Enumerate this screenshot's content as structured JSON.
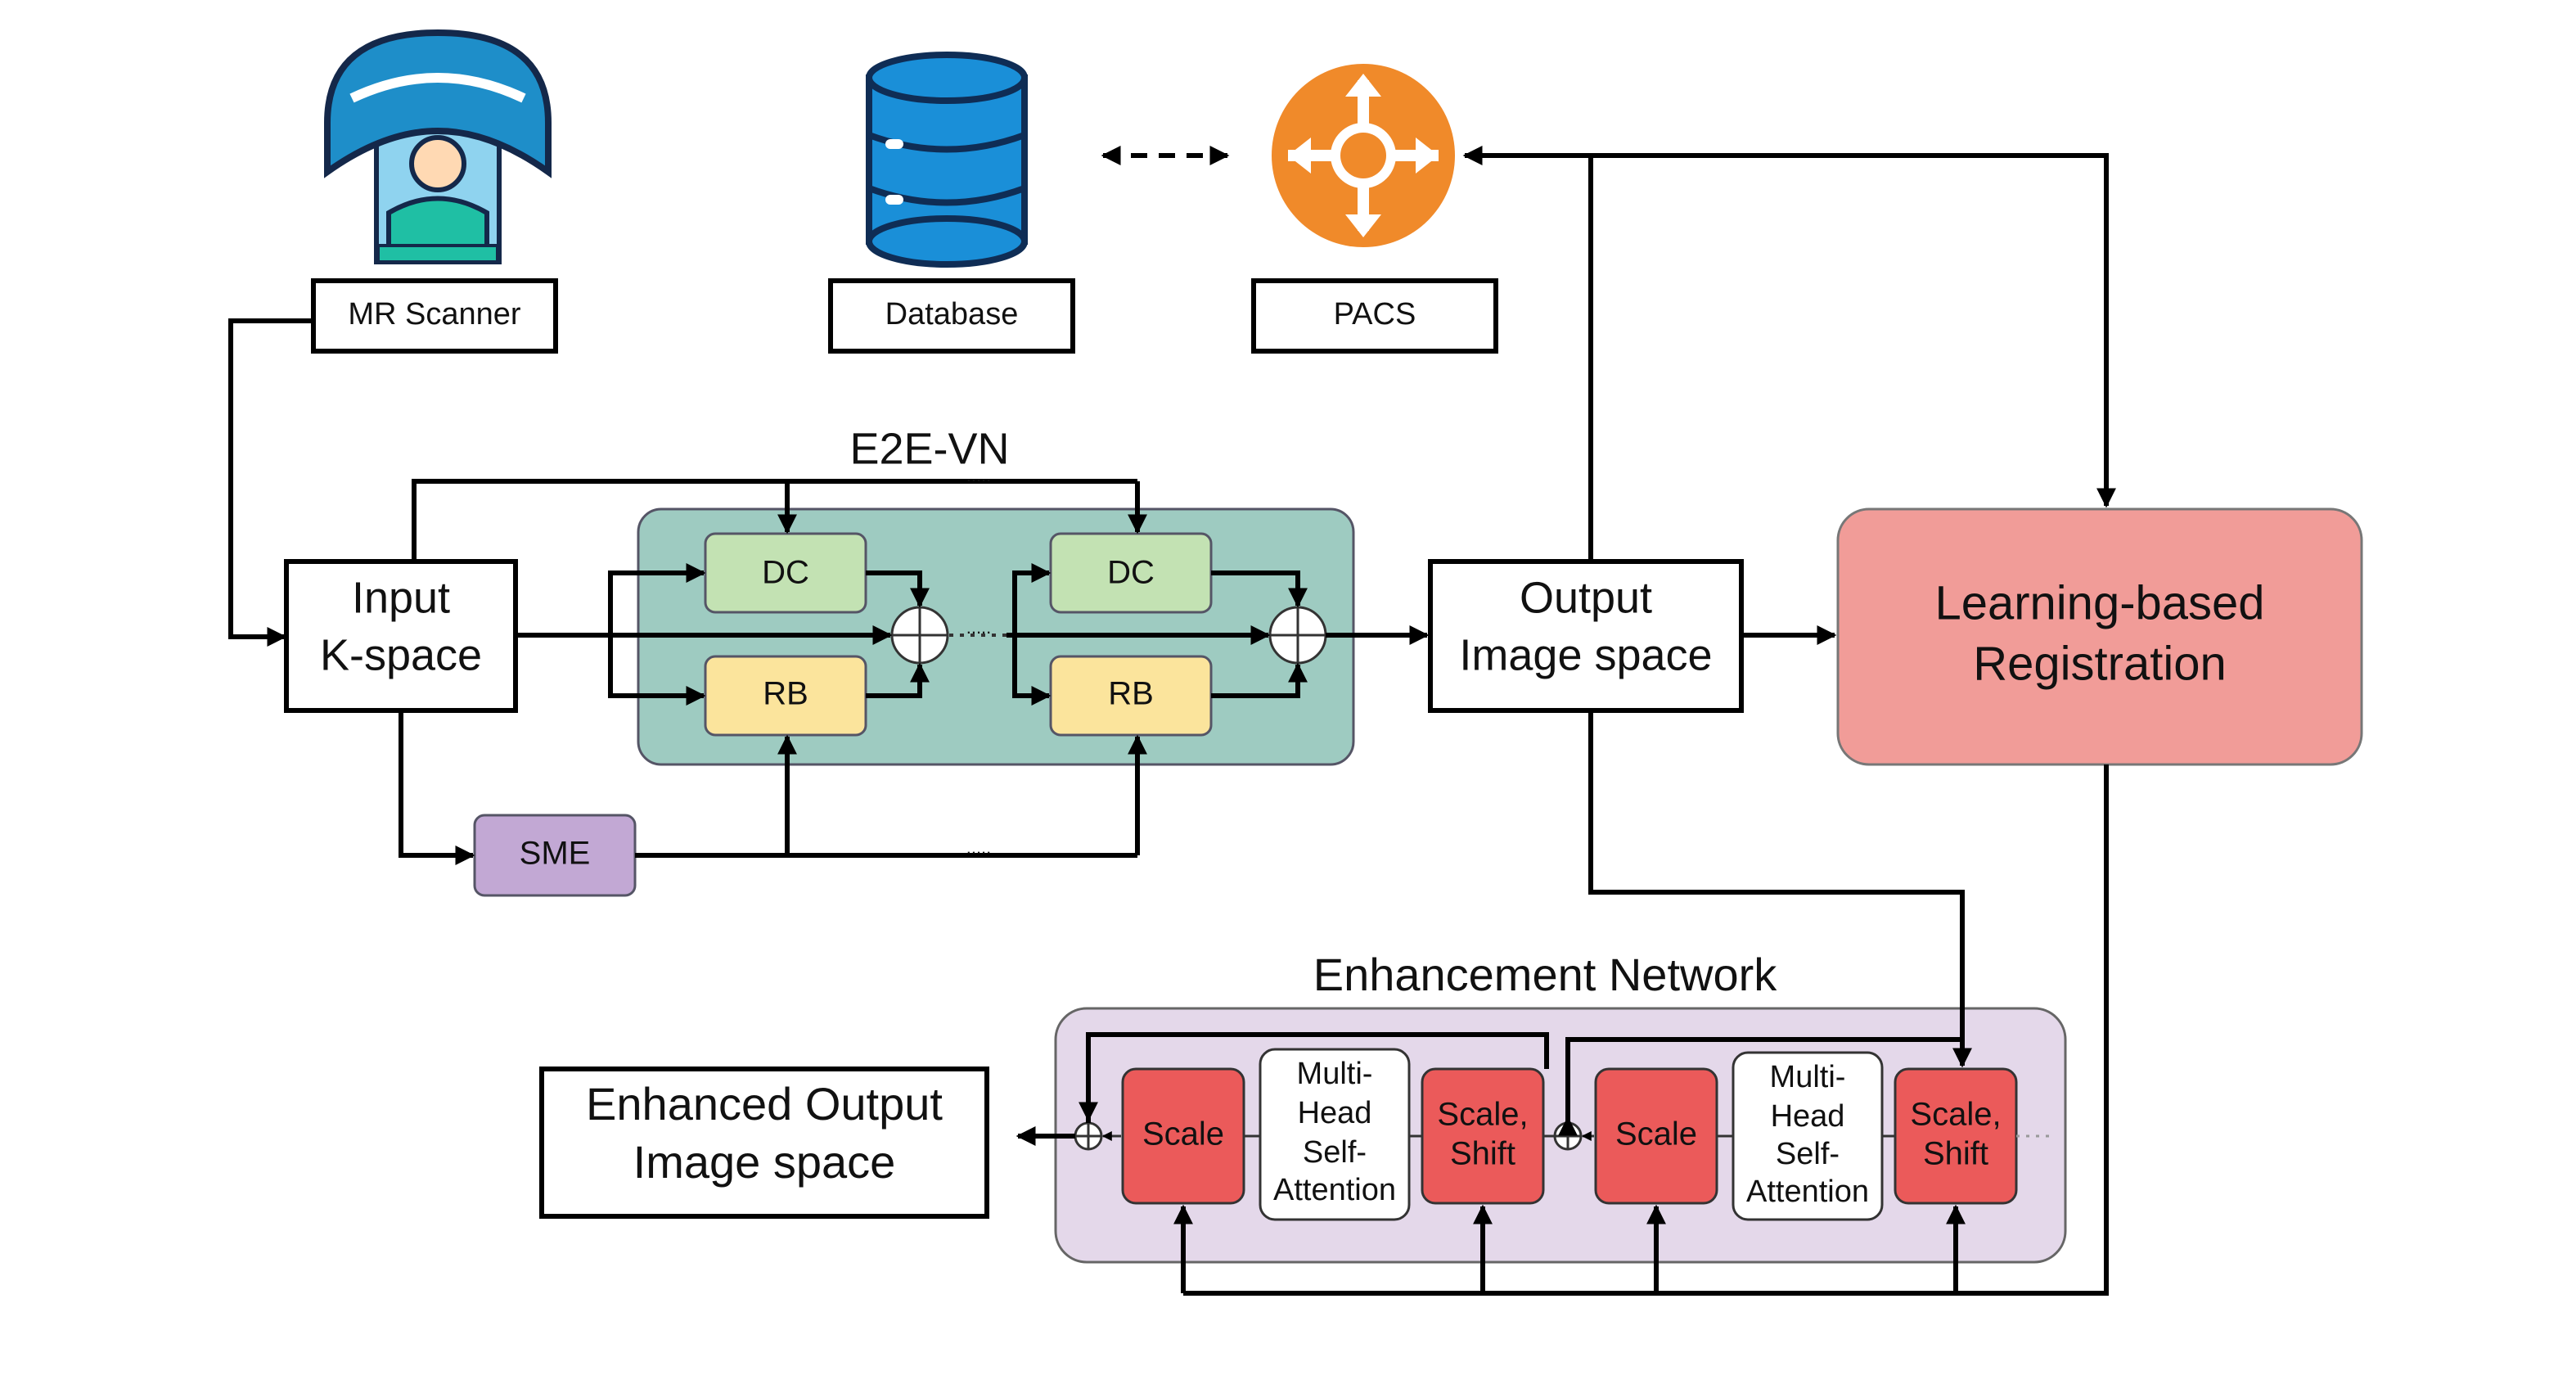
{
  "icons": {
    "mr_scanner": "mri-scanner-icon",
    "database": "database-icon",
    "pacs": "pacs-cloud-icon"
  },
  "labels": {
    "mr_scanner": "MR Scanner",
    "database": "Database",
    "pacs": "PACS",
    "e2e_vn": "E2E-VN",
    "input_line1": "Input",
    "input_line2": "K-space",
    "output_line1": "Output",
    "output_line2": "Image space",
    "dc": "DC",
    "rb": "RB",
    "sme": "SME",
    "registration_line1": "Learning-based",
    "registration_line2": "Registration",
    "enhancement_network": "Enhancement Network",
    "enhanced_line1": "Enhanced Output",
    "enhanced_line2": "Image space",
    "scale": "Scale",
    "scale_shift_line1": "Scale,",
    "scale_shift_line2": "Shift",
    "mhsa_line1": "Multi-",
    "mhsa_line2": "Head",
    "mhsa_line3": "Self-",
    "mhsa_line4": "Attention",
    "ellipsis": "....."
  },
  "colors": {
    "e2e_panel": "#9ecbc1",
    "dc_block": "#c3e2b3",
    "rb_block": "#fbe49c",
    "sme_block": "#c2a8d4",
    "registration_block": "#f19c98",
    "enhancement_panel": "#e4d8ea",
    "scale_block": "#eb5a5a",
    "scanner_blue": "#1e8ec9",
    "scanner_teal": "#1fbfa4",
    "database_blue": "#1a8fd8",
    "pacs_orange": "#f08a2a"
  }
}
